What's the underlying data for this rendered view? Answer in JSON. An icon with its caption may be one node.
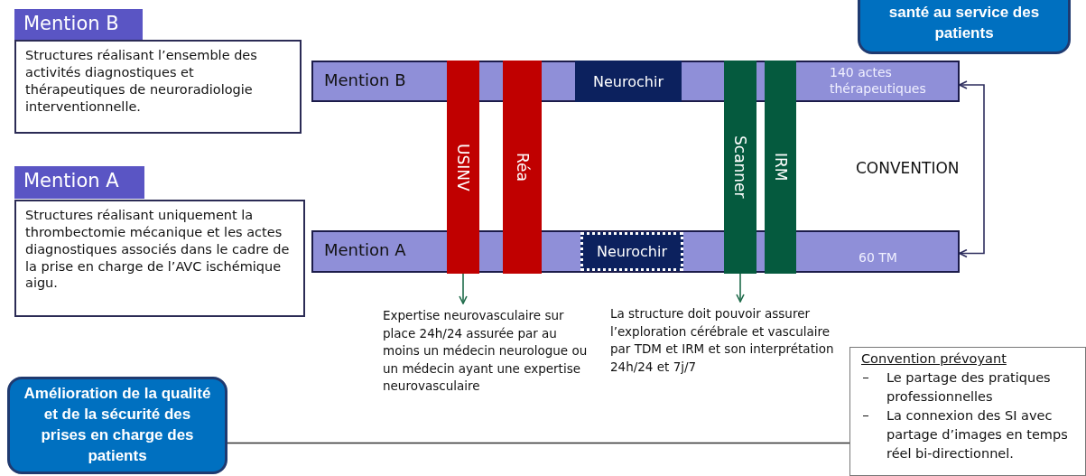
{
  "diagram": {
    "nodes": [
      {
        "text": [
          "Mention B"
        ]
      },
      {
        "text": [
          "Structures réalisant l’ensemble des activités diagnostiques et thérapeutiques de neuroradiologie interventionnelle."
        ]
      },
      {
        "text": [
          "santé au service des patients"
        ]
      },
      {
        "text": [
          "Mention B",
          "140 actes thérapeutiques"
        ]
      },
      {
        "text": [
          "Neurochir"
        ],
        "in": 3
      },
      {
        "text": [
          "Mention A"
        ]
      },
      {
        "text": [
          "Structures réalisant uniquement la thrombectomie mécanique et les actes diagnostiques associés dans le cadre de la prise en charge de l’AVC ischémique aigu."
        ]
      },
      {
        "text": [
          "Mention A",
          "60 TM"
        ]
      },
      {
        "text": [
          "Neurochir"
        ],
        "in": 7
      },
      {
        "text": [
          "USINV"
        ]
      },
      {
        "text": [
          "Réa"
        ]
      },
      {
        "text": [
          "Scanner"
        ]
      },
      {
        "text": [
          "IRM"
        ]
      },
      {
        "text": [
          "Expertise neurovasculaire sur place 24h/24 assurée par au moins un médecin neurologue ou un médecin ayant une expertise neurovasculaire"
        ]
      },
      {
        "text": [
          "La structure doit pouvoir assurer l’exploration cérébrale et vasculaire par TDM et IRM et son interprétation 24h/24 et 7j/7"
        ]
      },
      {
        "text": [
          "Amélioration de la qualité et de la sécurité des prises en charge des patients"
        ]
      },
      {
        "text": [
          "Convention prévoyant",
          "Le partage des pratiques professionnelles",
          "La connexion des SI avec partage d’images en temps réel bi-directionnel."
        ]
      }
    ],
    "edges": [
      {
        "from": 7,
        "to": 3,
        "arrow": "both",
        "label": "CONVENTION"
      },
      {
        "from": 9,
        "to": 13,
        "arrow": "to",
        "color": "#1e6b4a"
      },
      {
        "from": 11,
        "to": 14,
        "arrow": "to",
        "color": "#1e6b4a"
      },
      {
        "from": 15,
        "to": 16,
        "arrow": "none"
      }
    ]
  }
}
